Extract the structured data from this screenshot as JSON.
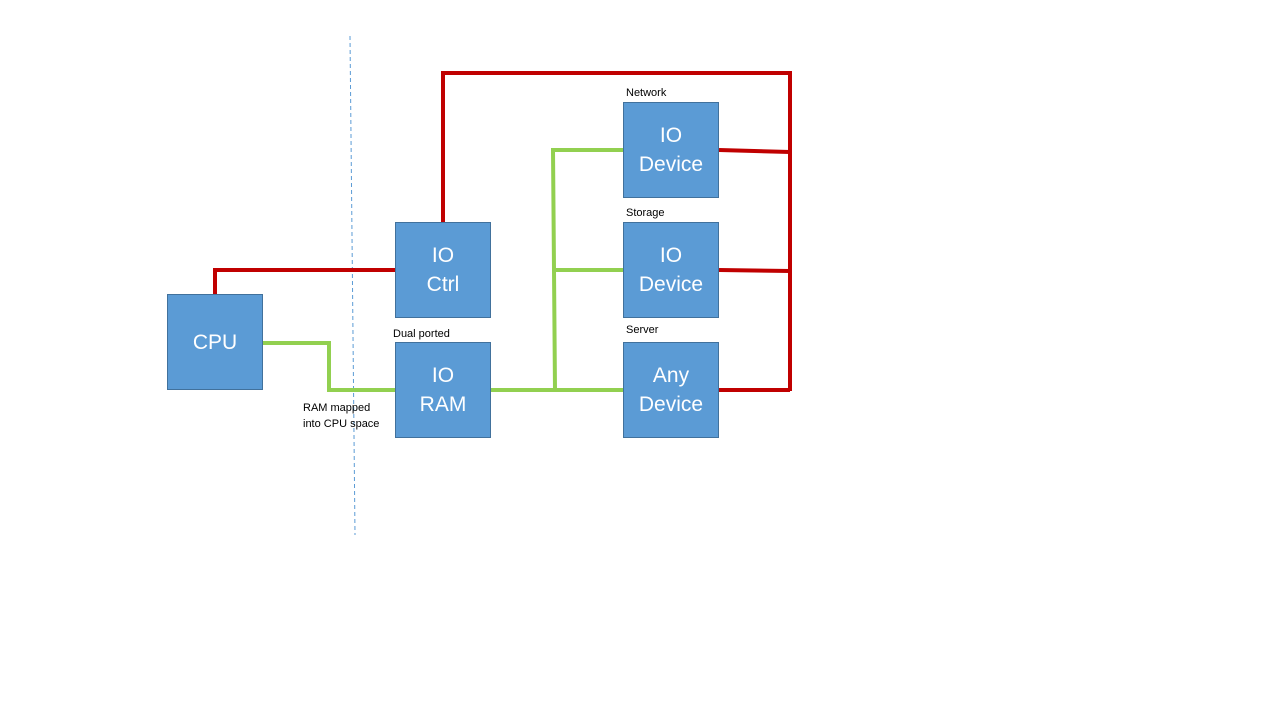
{
  "colors": {
    "control_bus": "#c00000",
    "data_bus": "#92d050",
    "box_fill": "#5b9bd5",
    "box_text": "#ffffff",
    "boundary_line": "#5b9bd5"
  },
  "nodes": {
    "cpu": {
      "lines": [
        "CPU"
      ]
    },
    "io_ctrl": {
      "lines": [
        "IO",
        "Ctrl"
      ]
    },
    "io_ram": {
      "lines": [
        "IO",
        "RAM"
      ]
    },
    "network_device": {
      "lines": [
        "IO",
        "Device"
      ]
    },
    "storage_device": {
      "lines": [
        "IO",
        "Device"
      ]
    },
    "any_device": {
      "lines": [
        "Any",
        "Device"
      ]
    }
  },
  "labels": {
    "dual_ported": "Dual ported",
    "network": "Network",
    "storage": "Storage",
    "server": "Server",
    "ram_mapped_line1": "RAM mapped",
    "ram_mapped_line2": "into CPU space"
  },
  "edges": [
    {
      "from": "cpu",
      "to": "io_ctrl",
      "bus": "control"
    },
    {
      "from": "io_ctrl",
      "to": "network_device",
      "bus": "control"
    },
    {
      "from": "io_ctrl",
      "to": "storage_device",
      "bus": "control"
    },
    {
      "from": "io_ctrl",
      "to": "any_device",
      "bus": "control"
    },
    {
      "from": "cpu",
      "to": "io_ram",
      "bus": "data"
    },
    {
      "from": "io_ram",
      "to": "network_device",
      "bus": "data"
    },
    {
      "from": "io_ram",
      "to": "storage_device",
      "bus": "data"
    },
    {
      "from": "io_ram",
      "to": "any_device",
      "bus": "data"
    }
  ]
}
